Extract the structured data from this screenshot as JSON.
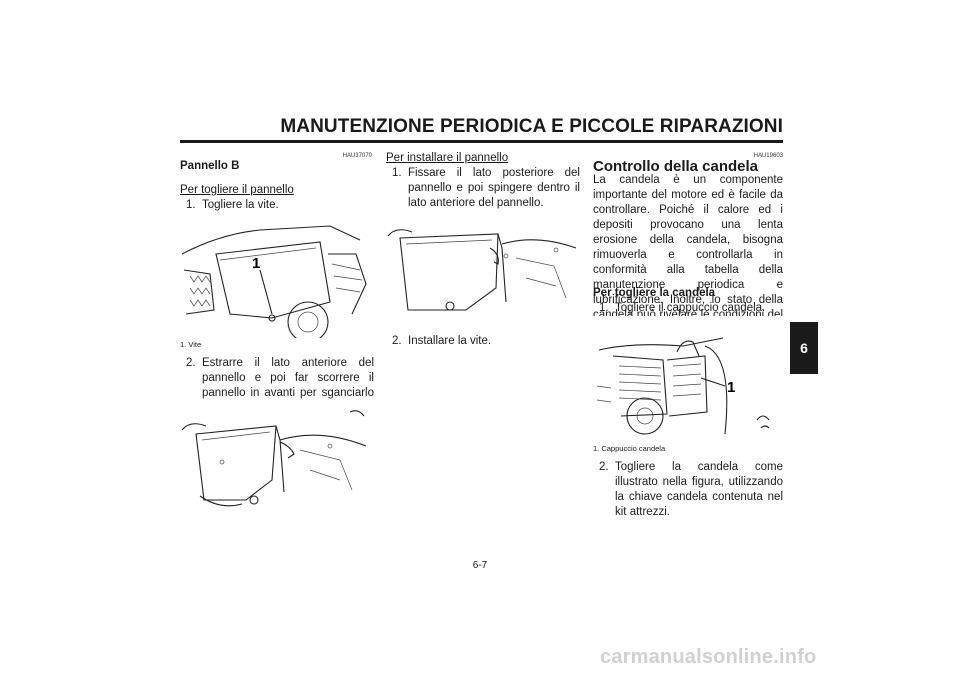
{
  "header": {
    "title": "MANUTENZIONE PERIODICA E PICCOLE RIPARAZIONI"
  },
  "chapter_tab": "6",
  "page_number": "6-7",
  "watermark": "carmanualsonline.info",
  "col1": {
    "code": "HAU37070",
    "title": "Pannello B",
    "subtitle": "Per togliere il pannello",
    "step1_num": "1.",
    "step1_text": "Togliere la vite.",
    "fig1_callout": "1",
    "fig1_caption": "1.  Vite",
    "step2_num": "2.",
    "step2_text": "Estrarre il lato anteriore del pannello e poi far scorrere il pannello in avanti per sganciarlo dal lato posteriore."
  },
  "col2": {
    "subtitle": "Per installare il pannello",
    "step1_num": "1.",
    "step1_text": "Fissare il lato posteriore del pannello e poi spingere dentro il lato anteriore del pannello.",
    "step2_num": "2.",
    "step2_text": "Installare la vite."
  },
  "col3": {
    "code": "HAU19603",
    "title": "Controllo della candela",
    "intro": "La candela è un componente importante del motore ed è facile da controllare. Poiché il calore ed i depositi provocano una lenta erosione della candela, bisogna rimuoverla e controllarla in conformità alla tabella della manutenzione periodica e lubrificazione. Inoltre, lo stato della candela può rivelare le condizioni del motore.",
    "subtitle": "Per togliere la candela",
    "step1_num": "1.",
    "step1_text": "Togliere il cappuccio candela.",
    "fig_callout": "1",
    "fig_caption": "1.  Cappuccio candela",
    "step2_num": "2.",
    "step2_text": "Togliere la candela come illustrato nella figura, utilizzando la chiave candela contenuta nel kit attrezzi."
  }
}
